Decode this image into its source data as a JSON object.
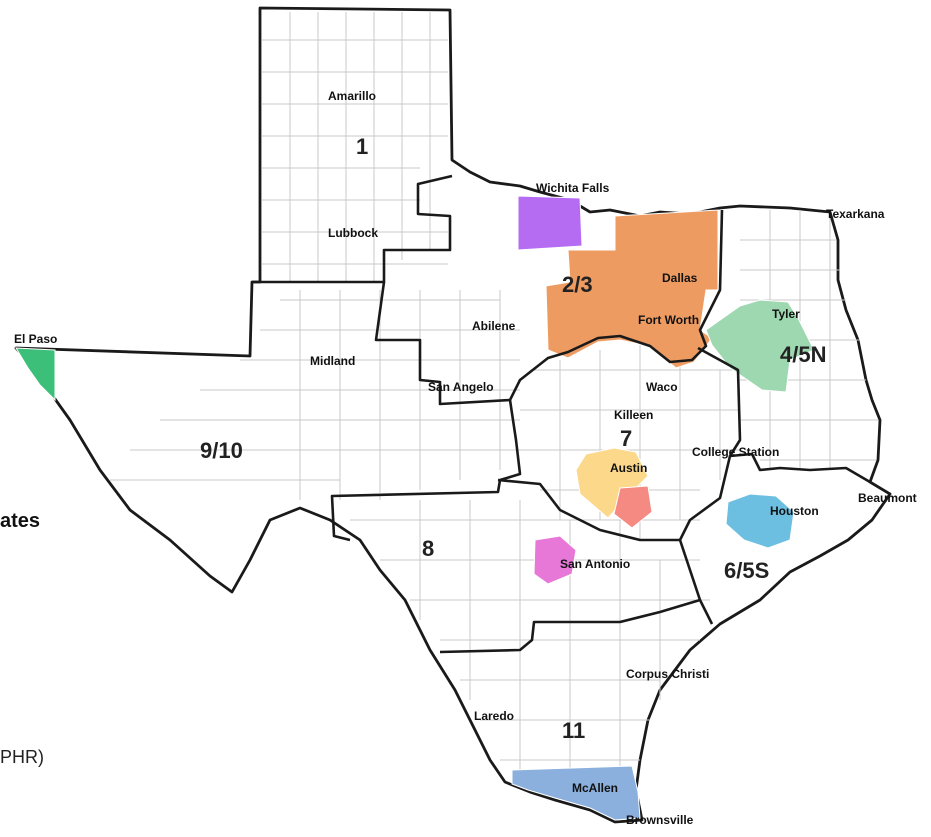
{
  "map": {
    "cities": [
      {
        "id": "amarillo",
        "label": "Amarillo"
      },
      {
        "id": "lubbock",
        "label": "Lubbock"
      },
      {
        "id": "wichita-falls",
        "label": "Wichita Falls"
      },
      {
        "id": "texarkana",
        "label": "Texarkana"
      },
      {
        "id": "dallas",
        "label": "Dallas"
      },
      {
        "id": "fort-worth",
        "label": "Fort Worth"
      },
      {
        "id": "tyler",
        "label": "Tyler"
      },
      {
        "id": "abilene",
        "label": "Abilene"
      },
      {
        "id": "el-paso",
        "label": "El Paso"
      },
      {
        "id": "midland",
        "label": "Midland"
      },
      {
        "id": "san-angelo",
        "label": "San Angelo"
      },
      {
        "id": "waco",
        "label": "Waco"
      },
      {
        "id": "killeen",
        "label": "Killeen"
      },
      {
        "id": "college-station",
        "label": "College Station"
      },
      {
        "id": "austin",
        "label": "Austin"
      },
      {
        "id": "beaumont",
        "label": "Beaumont"
      },
      {
        "id": "houston",
        "label": "Houston"
      },
      {
        "id": "san-antonio",
        "label": "San Antonio"
      },
      {
        "id": "corpus-christi",
        "label": "Corpus Christi"
      },
      {
        "id": "laredo",
        "label": "Laredo"
      },
      {
        "id": "mcallen",
        "label": "McAllen"
      },
      {
        "id": "brownsville",
        "label": "Brownsville"
      }
    ],
    "regions": [
      {
        "id": "r1",
        "label": "1"
      },
      {
        "id": "r23",
        "label": "2/3"
      },
      {
        "id": "r45n",
        "label": "4/5N"
      },
      {
        "id": "r910",
        "label": "9/10"
      },
      {
        "id": "r7",
        "label": "7"
      },
      {
        "id": "r8",
        "label": "8"
      },
      {
        "id": "r65s",
        "label": "6/5S"
      },
      {
        "id": "r11",
        "label": "11"
      }
    ],
    "highlight_colors": {
      "el_paso": "#3cbf78",
      "wichita_falls": "#b56cf2",
      "dallas_fort_worth": "#ee9b62",
      "tyler": "#9ed8b0",
      "austin": "#fcd98a",
      "austin_south": "#f48a82",
      "san_antonio": "#e878d8",
      "houston": "#6cbfe0",
      "mcallen_brownsville": "#8bb0de"
    }
  },
  "cutoff_text": {
    "left_heading": "ates",
    "left_footer": "PHR)"
  }
}
